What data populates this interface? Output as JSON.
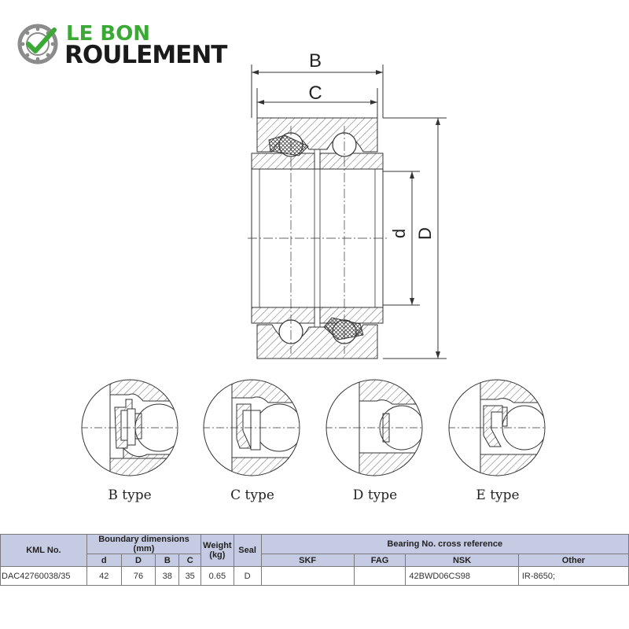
{
  "brand": {
    "line1": "LE BON",
    "line2": "ROULEMENT"
  },
  "drawing": {
    "dim_outer_width": "B",
    "dim_inner_width": "C",
    "dim_bore": "d",
    "dim_outer_dia": "D"
  },
  "seal_types": [
    {
      "label": "B type"
    },
    {
      "label": "C type"
    },
    {
      "label": "D type"
    },
    {
      "label": "E type"
    }
  ],
  "table": {
    "headers": {
      "kml": "KML No.",
      "boundary": "Boundary dimensions (mm)",
      "weight": "Weight (kg)",
      "seal": "Seal",
      "cross": "Bearing No. cross reference",
      "d": "d",
      "D": "D",
      "B": "B",
      "C": "C",
      "skf": "SKF",
      "fag": "FAG",
      "nsk": "NSK",
      "other": "Other"
    },
    "row": {
      "kml": "DAC42760038/35",
      "d": "42",
      "D": "76",
      "B": "38",
      "C": "35",
      "weight": "0.65",
      "seal": "D",
      "skf": "",
      "fag": "",
      "nsk": "42BWD06CS98",
      "other": "IR-8650;"
    }
  }
}
